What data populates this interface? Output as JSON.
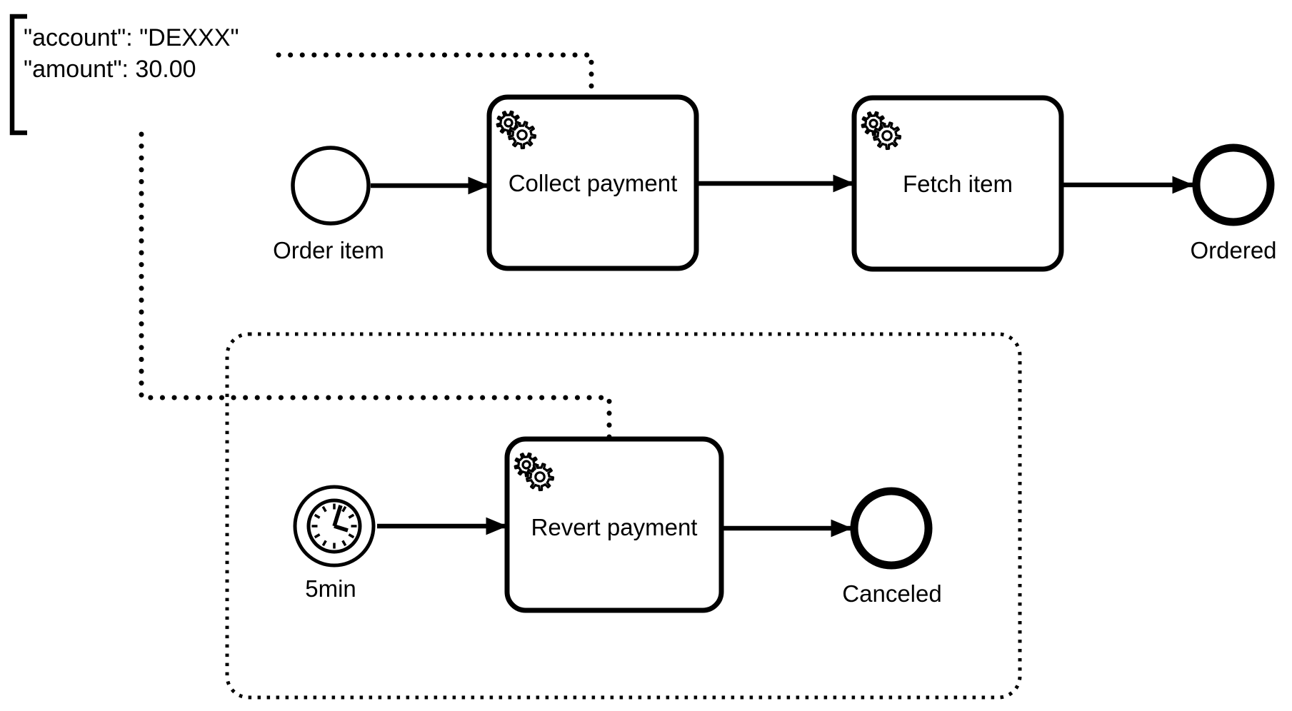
{
  "diagram_type": "BPMN process diagram",
  "colors": {
    "stroke": "#000000",
    "shape_fill": "#ffffff",
    "background": "#ffffff"
  },
  "annotation": {
    "line1": "\"account\": \"DEXXX\"",
    "line2": "\"amount\": 30.00"
  },
  "process": {
    "start_event_label": "Order item",
    "task_collect_payment": "Collect payment",
    "task_fetch_item": "Fetch item",
    "end_event_label": "Ordered"
  },
  "subprocess": {
    "timer_event_label": "5min",
    "task_revert_payment": "Revert payment",
    "end_event_label": "Canceled"
  },
  "icons": {
    "service_task": "gears-icon",
    "timer_start": "clock-icon"
  }
}
